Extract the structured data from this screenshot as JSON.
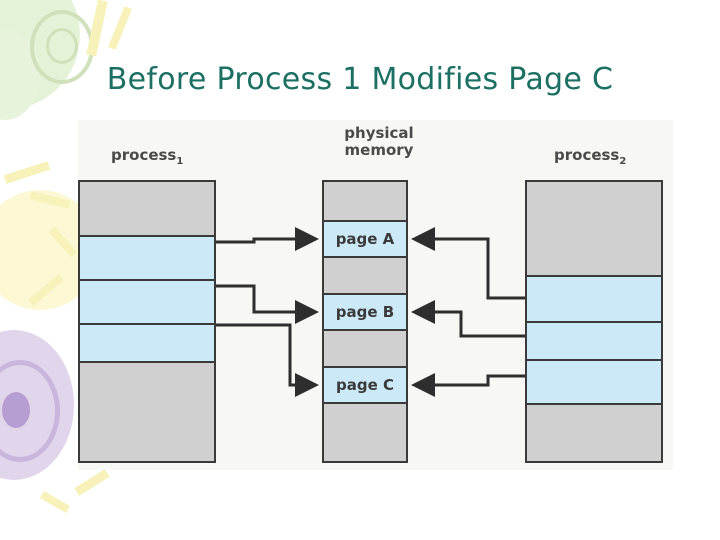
{
  "slide": {
    "title": "Before Process 1 Modifies Page C",
    "title_color": "#1b6f63",
    "background": "#ffffff"
  },
  "diagram": {
    "background": "#f7f8f4",
    "labels": {
      "process1": "process",
      "process1_sub": "1",
      "process2": "process",
      "process2_sub": "2",
      "physical_memory_line1": "physical",
      "physical_memory_line2": "memory"
    },
    "colors": {
      "frame_gray": "#d0d0d0",
      "page_blue": "#cce9f7",
      "outline": "#3a3a3a"
    },
    "process1_column": {
      "name": "process1-address-space",
      "segments": [
        {
          "fill": "gray"
        },
        {
          "fill": "blue"
        },
        {
          "fill": "blue"
        },
        {
          "fill": "blue"
        },
        {
          "fill": "gray"
        }
      ]
    },
    "process2_column": {
      "name": "process2-address-space",
      "segments": [
        {
          "fill": "gray"
        },
        {
          "fill": "blue"
        },
        {
          "fill": "blue"
        },
        {
          "fill": "blue"
        },
        {
          "fill": "gray"
        }
      ]
    },
    "physical_memory_column": {
      "name": "physical-memory",
      "frames": [
        {
          "label": "page A",
          "type": "page"
        },
        {
          "label": "",
          "type": "empty"
        },
        {
          "label": "page B",
          "type": "page"
        },
        {
          "label": "",
          "type": "empty"
        },
        {
          "label": "page C",
          "type": "page"
        },
        {
          "label": "",
          "type": "empty"
        }
      ]
    },
    "mappings": [
      {
        "from": "process1",
        "to": "page A"
      },
      {
        "from": "process1",
        "to": "page B"
      },
      {
        "from": "process1",
        "to": "page C"
      },
      {
        "from": "process2",
        "to": "page A"
      },
      {
        "from": "process2",
        "to": "page B"
      },
      {
        "from": "process2",
        "to": "page C"
      }
    ]
  }
}
